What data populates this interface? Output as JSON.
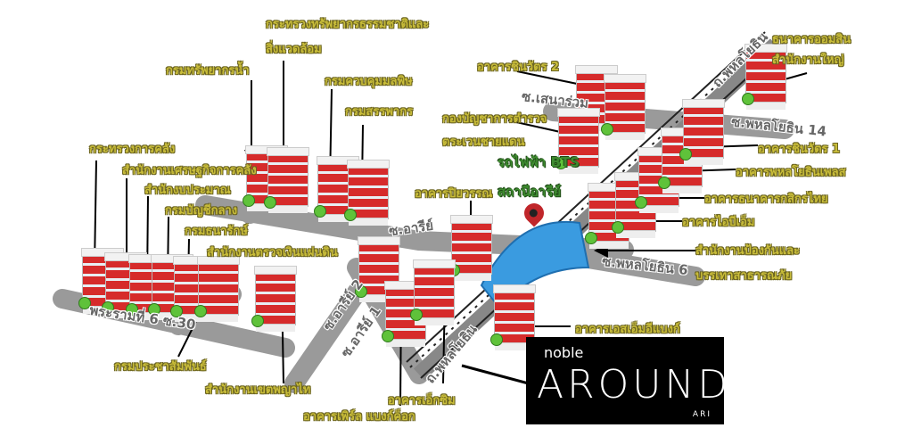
{
  "labels": {
    "moe_1": "กระทรวงทรัพยากรธรรมชาติและ",
    "moe_2": "สิ่งแวดล้อม",
    "water": "กรมทรัพยากรน้ำ",
    "pcd": "กรมควบคุมมลพิษ",
    "revenue": "กรมสรรพากร",
    "finance": "กระทรวงการคลัง",
    "fpo": "สำนักงานเศรษฐกิจการคลัง",
    "budget": "สำนักงบประมาณ",
    "cgd": "กรมบัญชีกลาง",
    "treasury": "กรมธนารักษ์",
    "audit": "สำนักงานตรวจเงินแผ่นดิน",
    "prd": "กรมประชาสัมพันธ์",
    "phayathai": "สำนักงานเขตพญาไท",
    "pearl": "อาคารเพิร์ล แบงก์ค็อก",
    "exim": "อาคารเอ็กซิม",
    "sme": "อาคารเอสเอ็มอีแบงก์",
    "piyawan": "อาคารปิยวรรณ",
    "shin2": "อาคารชินวัตร 2",
    "bpp_1": "กองบัญชาการตำรวจ",
    "bpp_2": "ตระเวนชายแดน",
    "bts": "รถไฟฟ้า BTS",
    "ari_station": "สถานีอารีย์",
    "gsb_1": "ธนาคารออมสิน",
    "gsb_2": "สำนักงานใหญ่",
    "shin1": "อาคารชินวัตร 1",
    "phahol_place": "อาคารพหลโยธินเพลส",
    "kbank": "อาคารธนาคารกสิกรไทย",
    "ibm": "อาคารไอบีเอ็ม",
    "ddpm_1": "สำนักงานป้องกันและ",
    "ddpm_2": "บรรเทาสาธารณภัย"
  },
  "roads": {
    "soi_ari": "ซ.อารีย์",
    "soi_senaruam": "ซ.เสนาร่วม",
    "phahol14": "ซ.พหลโยธิน 14",
    "phahol6": "ซ.พหลโยธิน 6",
    "rama6_30": "พระรามที่ 6 ซ.30",
    "ari2": "ซ.อารีย์ 2",
    "ari1": "ซ.อารีย์ 1",
    "phahol_road": "ถ.พหลโยธิน",
    "phahol_road_top": "ถ.พหลโยธิน"
  },
  "logo": {
    "brand": "noble",
    "name": "AROUND",
    "sub": "ARI"
  },
  "colors": {
    "label": "#c9bd3a",
    "station": "#3d8a2f",
    "building": "#d62b2b",
    "road": "#9a9a9a",
    "canopy": "#3a9be0"
  }
}
